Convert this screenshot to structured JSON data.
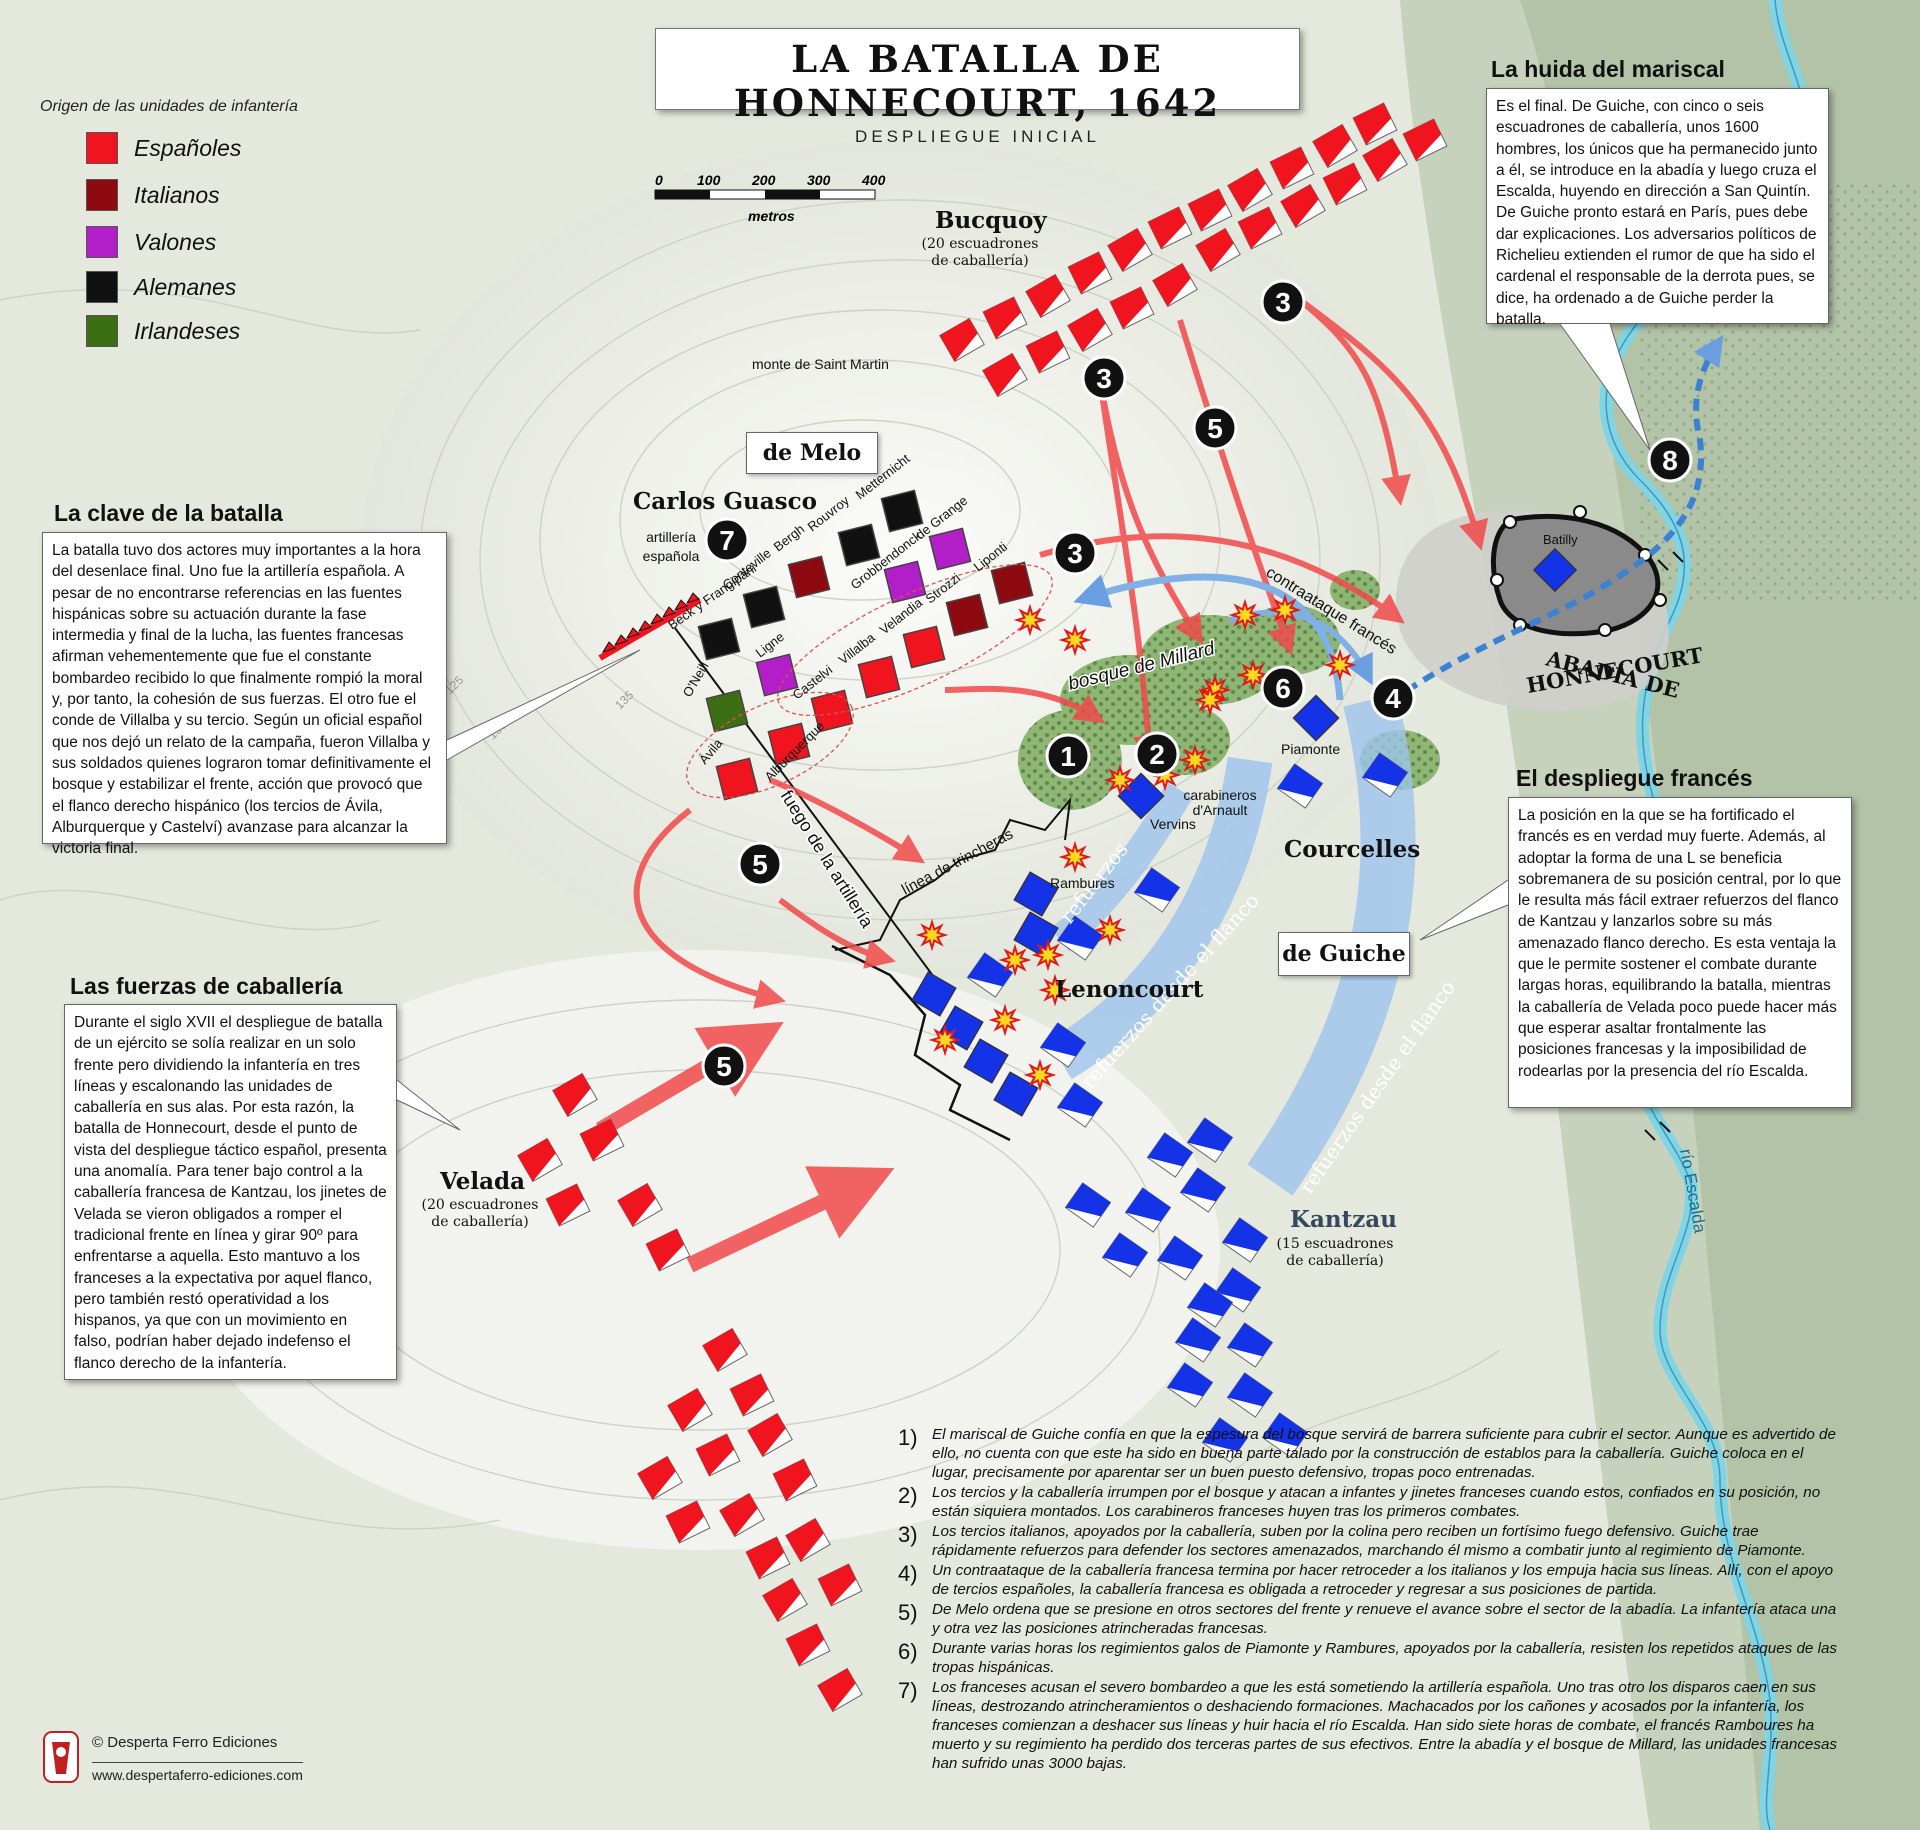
{
  "title": "LA BATALLA DE HONNECOURT, 1642",
  "subtitle": "DESPLIEGUE INICIAL",
  "legend": {
    "title": "Origen de las unidades de infantería",
    "items": [
      {
        "label": "Españoles",
        "color": "#f0141e"
      },
      {
        "label": "Italianos",
        "color": "#8c0a10"
      },
      {
        "label": "Valones",
        "color": "#b21ec8"
      },
      {
        "label": "Alemanes",
        "color": "#111111"
      },
      {
        "label": "Irlandeses",
        "color": "#3c6e14"
      }
    ]
  },
  "scale": {
    "ticks": [
      "0",
      "100",
      "200",
      "300",
      "400"
    ],
    "unit": "metros"
  },
  "places": {
    "monte": "monte de Saint Martin",
    "abadia_line1": "ABADÍA DE",
    "abadia_line2": "HONNECOURT",
    "batilly": "Batilly",
    "rio": "río Escalda",
    "bosque": "bosque de Millard",
    "courcelles": "Courcelles",
    "lenoncourt": "Lenoncourt",
    "trincheras": "línea de trincheras",
    "fuego": "fuego de la artillería",
    "contours": [
      "125",
      "130",
      "135"
    ]
  },
  "commanders": {
    "melo": "de Melo",
    "guiche": "de Guiche",
    "guasco": "Carlos Guasco",
    "artilleria": "artillería española",
    "bucquoy": "Bucquoy",
    "bucquoy_sub": "(20 escuadrones de caballería)",
    "velada": "Velada",
    "velada_sub": "(20 escuadrones de caballería)",
    "kantzau": "Kantzau",
    "kantzau_sub": "(15 escuadrones de caballería)"
  },
  "spanish_units": [
    "Beck y Frangipani",
    "Conteville",
    "Bergh",
    "Rouvroy",
    "Metternicht",
    "Ligne",
    "Grobbendonck",
    "de Grange",
    "O'Neill",
    "Castelvi",
    "Villalba",
    "Velandia",
    "Strozzi",
    "Liponti",
    "Ávila",
    "Alburquerque"
  ],
  "french_units": [
    "Piamonte",
    "Vervins",
    "carabineros d'Arnault",
    "Rambures"
  ],
  "arrow_labels": {
    "contra": "contraataque francés",
    "ref1": "refuerzos",
    "ref2": "refuerzos desde el flanco",
    "ref3": "refuerzos desde el flanco"
  },
  "markers": [
    "1",
    "2",
    "3",
    "3",
    "3",
    "4",
    "5",
    "5",
    "5",
    "6",
    "7",
    "8"
  ],
  "panels": {
    "clave": {
      "title": "La clave de la batalla",
      "text": "La batalla tuvo dos actores muy importantes a la hora del desenlace final. Uno fue la artillería española. A pesar de no encontrarse referencias en las fuentes hispánicas sobre su actuación durante la fase intermedia y final de la lucha, las fuentes francesas afirman vehementemente que fue el constante bombardeo recibido lo que finalmente rompió la moral y, por tanto, la cohesión de sus fuerzas. El otro fue el conde de Villalba y su tercio. Según un oficial español que nos dejó un relato de la campaña, fueron Villalba y sus soldados quienes lograron tomar definitivamente el bosque y estabilizar el frente, acción que provocó que el flanco derecho hispánico (los tercios de Ávila, Alburquerque y Castelví) avanzase para alcanzar la victoria final."
    },
    "caballeria": {
      "title": "Las fuerzas de caballería",
      "text": "Durante el siglo XVII el despliegue de batalla de un ejército se solía realizar en un solo frente pero dividiendo la infantería en tres líneas y escalonando las unidades de caballería en sus alas. Por esta razón, la batalla de Honnecourt, desde el punto de vista del despliegue táctico español, presenta una anomalía. Para tener bajo control a la caballería francesa de Kantzau, los jinetes de Velada se vieron obligados a romper el tradicional frente en línea y girar 90º para enfrentarse a aquella. Esto mantuvo a los franceses a la expectativa por aquel flanco, pero también restó operatividad a los hispanos, ya que con un movimiento en falso, podrían haber dejado indefenso el flanco derecho de la infantería."
    },
    "huida": {
      "title": "La huida del mariscal",
      "text": "Es el final. De Guiche, con cinco o seis escuadrones de caballería, unos 1600 hombres, los únicos que ha permanecido junto a él, se introduce en la abadía y luego cruza el Escalda, huyendo en dirección a San Quintín. De Guiche pronto estará en París, pues debe dar explicaciones. Los adversarios políticos de Richelieu extienden el rumor de que ha sido el cardenal el responsable de la derrota pues, se dice, ha ordenado a de Guiche perder la batalla."
    },
    "despliegue": {
      "title": "El despliegue francés",
      "text": "La posición en la que se ha fortificado el francés es en verdad muy fuerte. Además, al adoptar la forma de una L se beneficia sobremanera de su posición central, por lo que le resulta más fácil extraer refuerzos del flanco de Kantzau y lanzarlos sobre su más amenazado flanco derecho. Es esta ventaja la que le permite sostener el combate durante largas horas, equilibrando la batalla, mientras la caballería de Velada poco puede hacer más que esperar asaltar frontalmente las posiciones francesas y la imposibilidad de rodearlas por la presencia del río Escalda."
    }
  },
  "notes": [
    {
      "num": "1)",
      "text": "El mariscal de Guiche confía en que la espesura del bosque servirá de barrera suficiente para cubrir el sector. Aunque es advertido de ello, no cuenta con que este ha sido en buena parte talado por la construcción de establos para la caballería. Guiche coloca en el lugar, precisamente por aparentar ser un buen puesto defensivo, tropas poco entrenadas."
    },
    {
      "num": "2)",
      "text": "Los tercios y la caballería irrumpen por el bosque y atacan a infantes y jinetes franceses cuando estos, confiados en su posición, no están siquiera montados. Los carabineros franceses huyen tras los primeros combates."
    },
    {
      "num": "3)",
      "text": "Los tercios italianos, apoyados por la caballería, suben por la colina pero reciben un fortísimo fuego defensivo. Guiche trae rápidamente refuerzos para defender los sectores amenazados, marchando él mismo a combatir junto al regimiento de Piamonte."
    },
    {
      "num": "4)",
      "text": "Un contraataque de la caballería francesa termina por hacer retroceder a los italianos y los empuja hacia sus líneas. Allí, con el apoyo de tercios españoles, la caballería francesa es obligada a retroceder y regresar a sus posiciones de partida."
    },
    {
      "num": "5)",
      "text": "De Melo ordena que se presione en otros sectores del frente y renueve el avance sobre el sector de la abadía. La infantería ataca una y otra vez las posiciones atrincheradas francesas."
    },
    {
      "num": "6)",
      "text": "Durante varias horas los regimientos galos de Piamonte y Rambures, apoyados por la caballería, resisten los repetidos ataques de las tropas hispánicas."
    },
    {
      "num": "7)",
      "text": "Los franceses acusan el severo bombardeo a que les está sometiendo la artillería española. Uno tras otro los disparos caen en sus líneas, destrozando atrincheramientos o deshaciendo formaciones. Machacados por los cañones y acosados por la infantería, los franceses comienzan a deshacer sus líneas y huir hacia el río Escalda. Han sido siete horas de combate, el francés Ramboures ha muerto y su regimiento ha perdido dos terceras partes de sus efectivos. Entre la abadía y el bosque de Millard, las unidades francesas han sufrido unas 3000 bajas."
    }
  ],
  "credit": {
    "copyright": "Desperta Ferro Ediciones",
    "url": "www.despertaferro-ediciones.com"
  },
  "colors": {
    "spanish_red": "#f0141e",
    "french_blue": "#1432e6",
    "river": "#7fd4e6",
    "arrow_red": "#f04a4a",
    "arrow_blue": "#7fb0e6"
  }
}
